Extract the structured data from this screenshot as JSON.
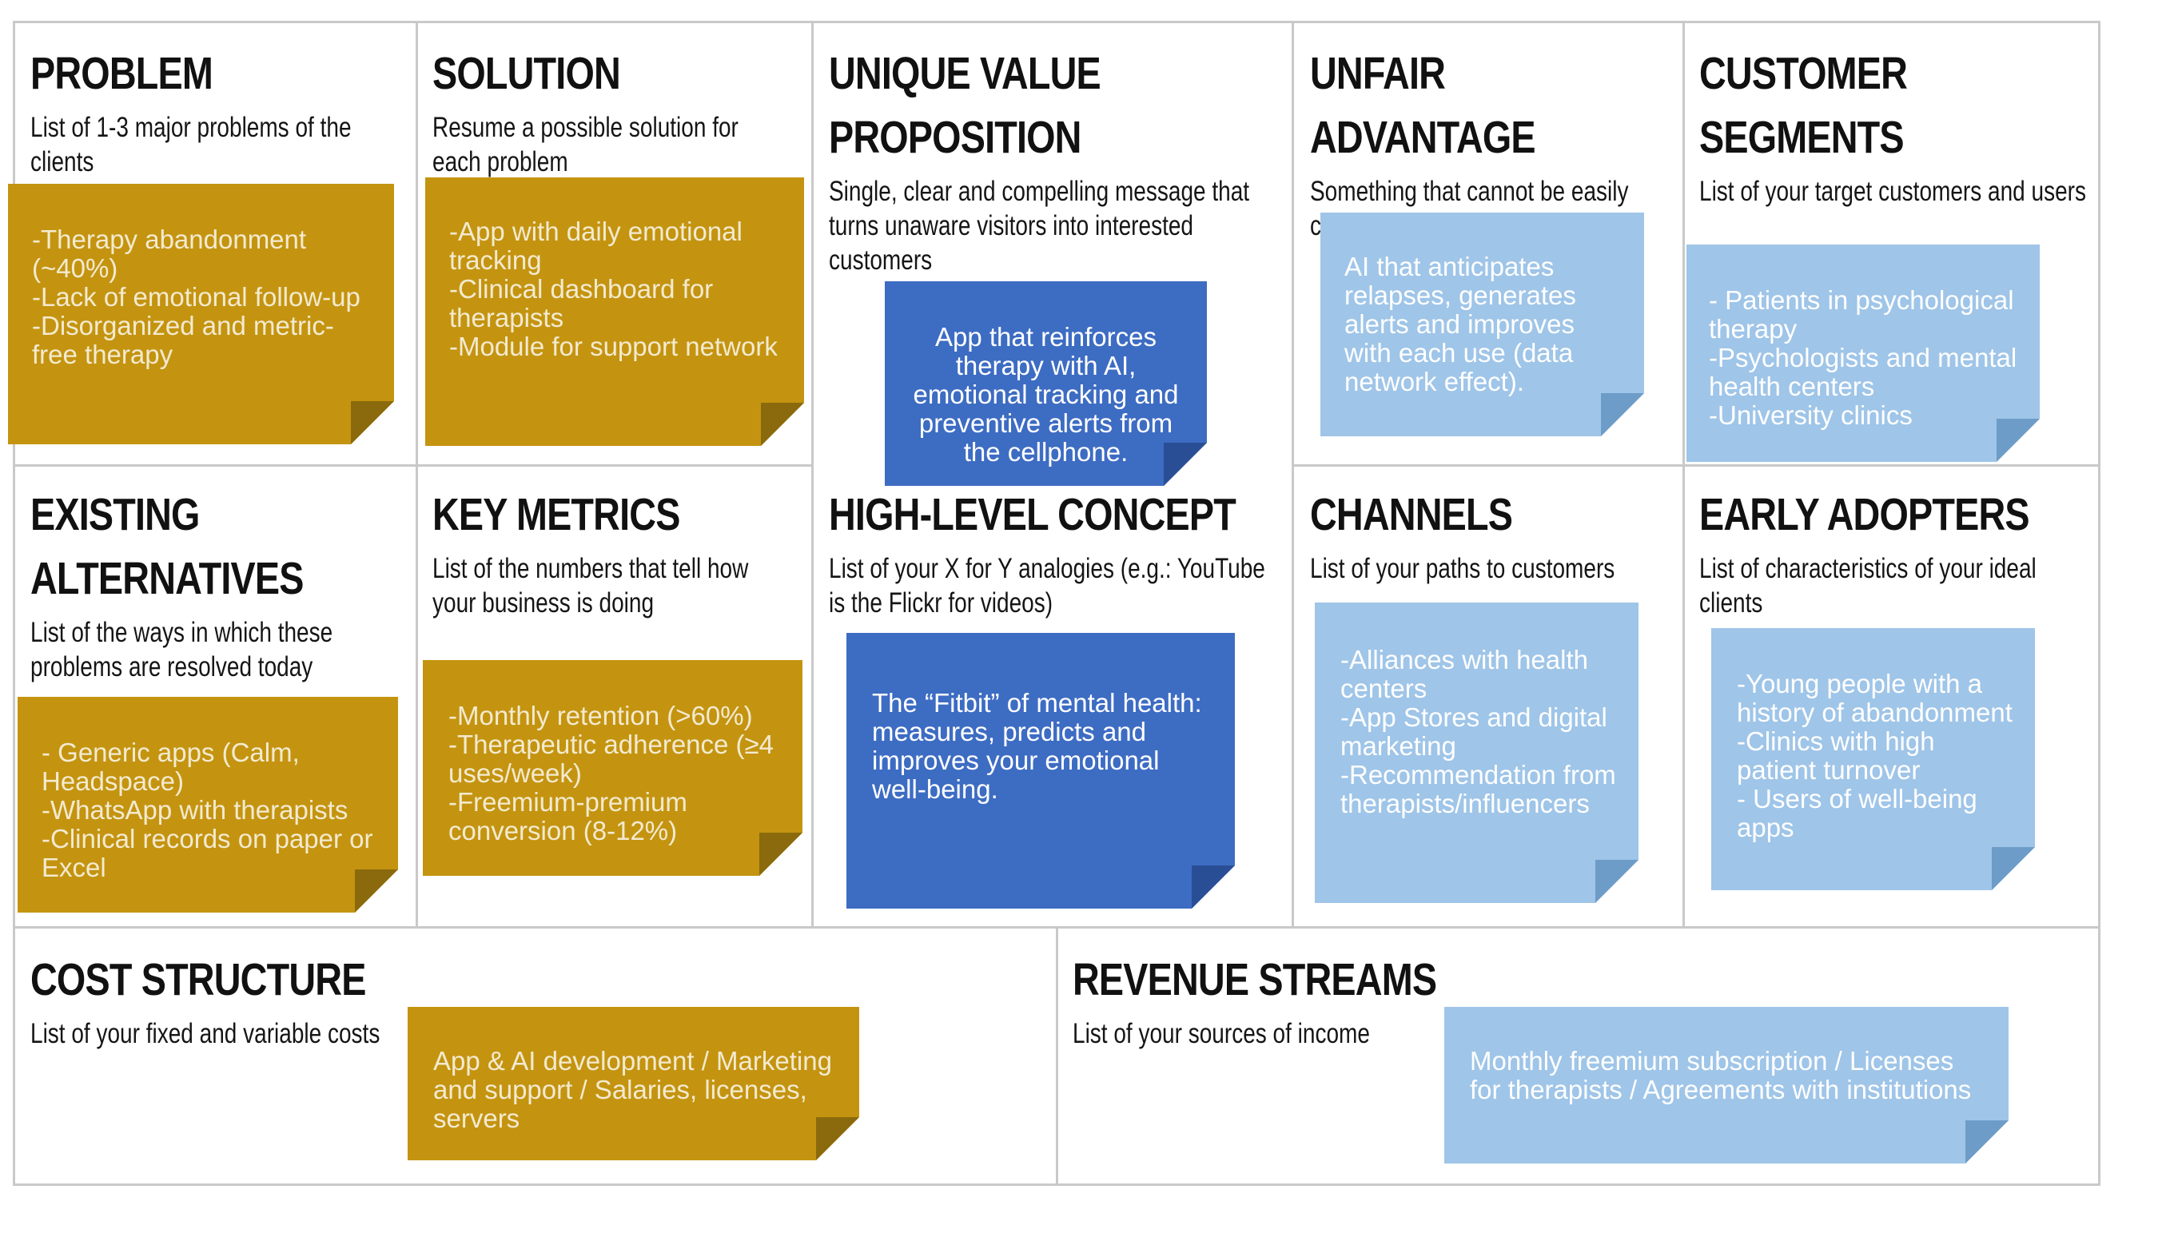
{
  "colors": {
    "gold_note": "#c49410",
    "light_blue_note": "#9fc5e8",
    "royal_blue_note": "#3d6cc3",
    "grid_lines": "#c9c9c9"
  },
  "problem": {
    "title": "PROBLEM",
    "description": "List of 1-3 major problems of the clients",
    "note": "-Therapy abandonment (~40%)\n-Lack of emotional follow-up\n-Disorganized and metric-free therapy"
  },
  "solution": {
    "title": "SOLUTION",
    "description": "Resume a possible solution for each problem",
    "note": "-App with daily emotional tracking\n-Clinical dashboard for therapists\n-Module for support network"
  },
  "uvp": {
    "title": "UNIQUE VALUE PROPOSITION",
    "description": "Single, clear and compelling message that turns unaware visitors into interested customers",
    "note": "App that reinforces therapy with AI, emotional tracking and preventive alerts from the cellphone."
  },
  "unfair_advantage": {
    "title": "UNFAIR ADVANTAGE",
    "description": "Something that cannot be easily copied or bought",
    "note": "AI that anticipates relapses, generates alerts and improves with each use (data network effect)."
  },
  "customer_segments": {
    "title": "CUSTOMER SEGMENTS",
    "description": "List of your target customers and users",
    "note": "- Patients in psychological therapy\n-Psychologists and mental health centers\n-University clinics"
  },
  "existing_alternatives": {
    "title": "EXISTING ALTERNATIVES",
    "description": "List of the ways in which these problems are resolved today",
    "note": "- Generic apps (Calm, Headspace)\n-WhatsApp with therapists\n-Clinical records on paper or Excel"
  },
  "key_metrics": {
    "title": "KEY METRICS",
    "description": "List of the numbers that tell how your business is doing",
    "note": "-Monthly retention (>60%)\n-Therapeutic adherence (≥4 uses/week)\n-Freemium-premium conversion (8-12%)"
  },
  "high_level_concept": {
    "title": "HIGH-LEVEL CONCEPT",
    "description": "List of your X for Y analogies (e.g.: YouTube is the Flickr for videos)",
    "note": "The “Fitbit” of mental health: measures, predicts and improves your emotional well-being."
  },
  "channels": {
    "title": "CHANNELS",
    "description": "List of your paths to customers",
    "note": "-Alliances with health centers\n-App Stores and digital marketing\n-Recommendation from therapists/influencers"
  },
  "early_adopters": {
    "title": "EARLY ADOPTERS",
    "description": "List of characteristics of your ideal clients",
    "note": "-Young people with a history of abandonment\n-Clinics with high patient turnover\n- Users of well-being apps"
  },
  "cost_structure": {
    "title": "COST STRUCTURE",
    "description": "List of your fixed and variable costs",
    "note": "App & AI development / Marketing and support / Salaries, licenses, servers"
  },
  "revenue_streams": {
    "title": "REVENUE STREAMS",
    "description": "List of your sources of income",
    "note": "Monthly freemium subscription / Licenses for therapists / Agreements with institutions"
  }
}
